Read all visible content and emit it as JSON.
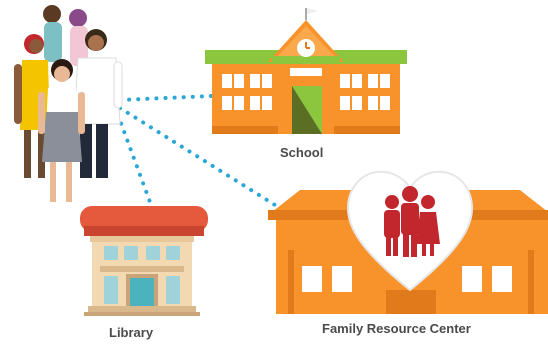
{
  "labels": {
    "school": "School",
    "library": "Library",
    "family_resource_center": "Family Resource Center"
  },
  "colors": {
    "orange": "#f7932a",
    "dark_orange": "#e07a1a",
    "green_roof": "#8cc63f",
    "dotted_link": "#2aa7d6",
    "heart_red": "#c1272d",
    "library_roof": "#e55a3c",
    "library_wall": "#f3d9b1",
    "label_text": "#4a4a4a"
  },
  "icons": [
    "people-group-icon",
    "school-building-icon",
    "library-building-icon",
    "family-heart-icon",
    "clock-icon",
    "flag-icon"
  ]
}
